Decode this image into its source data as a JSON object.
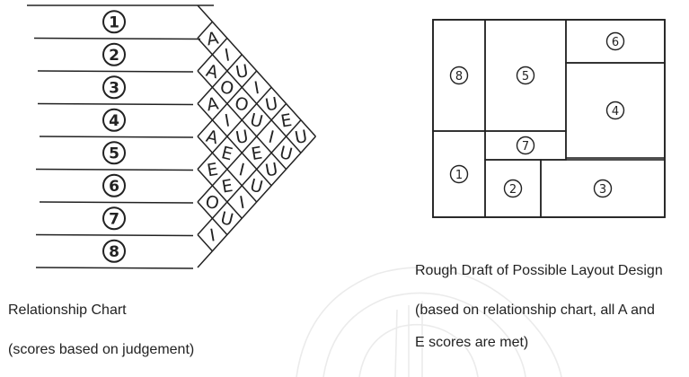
{
  "relationship_chart": {
    "departments": [
      "1",
      "2",
      "3",
      "4",
      "5",
      "6",
      "7",
      "8"
    ],
    "diagonals": [
      [
        "A",
        "A",
        "A",
        "A",
        "E",
        "O",
        "I"
      ],
      [
        "I",
        "O",
        "I",
        "E",
        "E",
        "U"
      ],
      [
        "U",
        "O",
        "U",
        "I",
        "I"
      ],
      [
        "I",
        "U",
        "E",
        "U"
      ],
      [
        "U",
        "I",
        "U"
      ],
      [
        "E",
        "U"
      ],
      [
        "U"
      ]
    ],
    "caption_title": "Relationship Chart",
    "caption_note": "(scores based on judgement)"
  },
  "layout_draft": {
    "cells": [
      {
        "label": "8"
      },
      {
        "label": "5"
      },
      {
        "label": "6"
      },
      {
        "label": "4"
      },
      {
        "label": "1"
      },
      {
        "label": "7"
      },
      {
        "label": "2"
      },
      {
        "label": "3"
      }
    ],
    "caption_title": "Rough Draft of Possible Layout Design",
    "caption_note_line1": "(based on relationship chart, all A and",
    "caption_note_line2": "E scores are met)"
  }
}
